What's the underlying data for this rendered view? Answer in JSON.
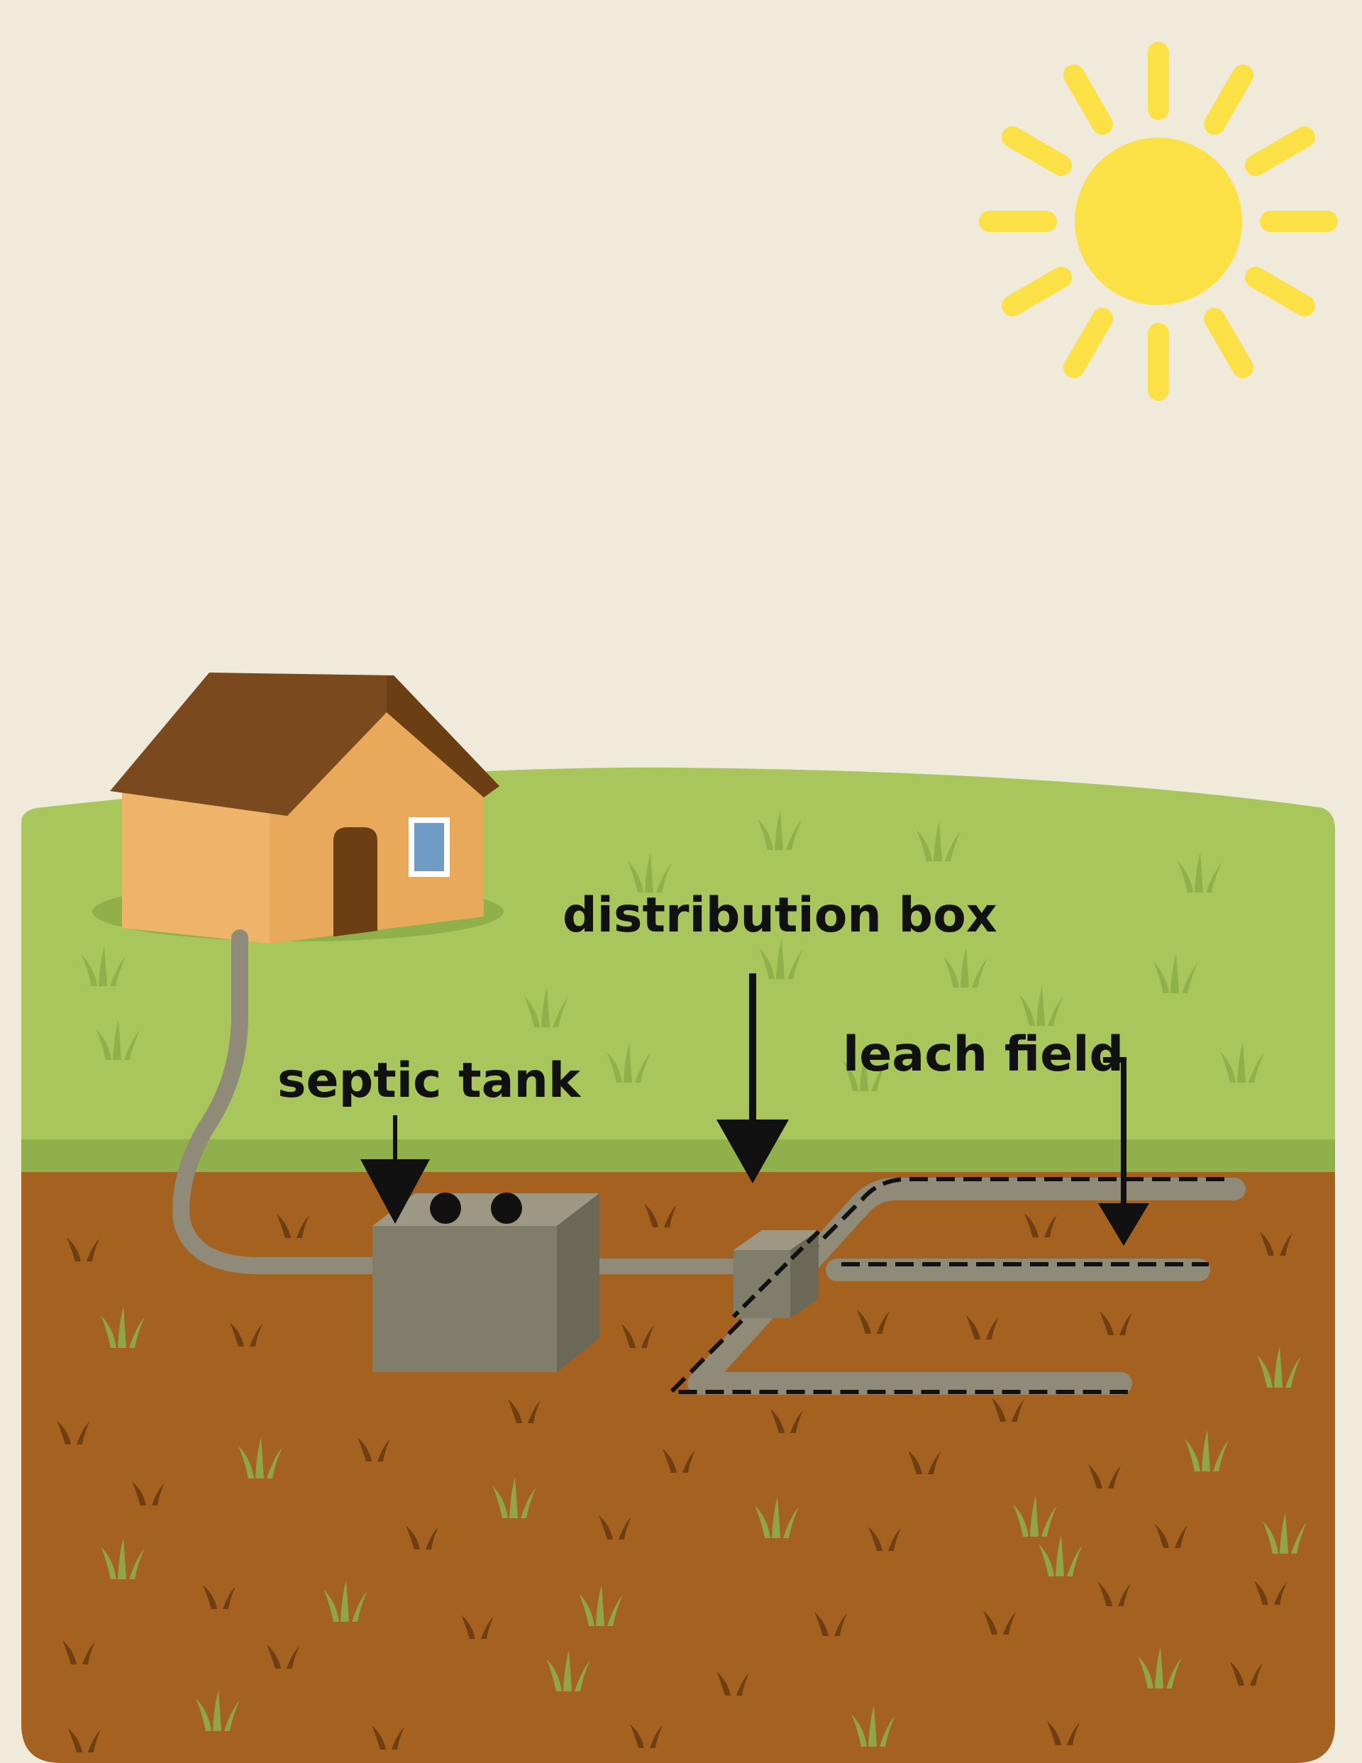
{
  "labels": {
    "septic_tank": "septic tank",
    "distribution_box": "distribution box",
    "leach_field": "leach field"
  },
  "colors": {
    "sky": "#f0eadb",
    "sun": "#fbe046",
    "grass": "#a9c65c",
    "grass_band": "#8fb04a",
    "soil": "#a4611f",
    "pipe": "#8f8b78",
    "tank": "#807d6a",
    "house_wall": "#eeb56a",
    "roof": "#7a4a1e",
    "door": "#6b3e14",
    "window": "#6f9bc4",
    "text": "#111111"
  },
  "icons": [
    "sun-icon",
    "house-icon",
    "grass-tuft-icon",
    "arrow-down-icon"
  ]
}
